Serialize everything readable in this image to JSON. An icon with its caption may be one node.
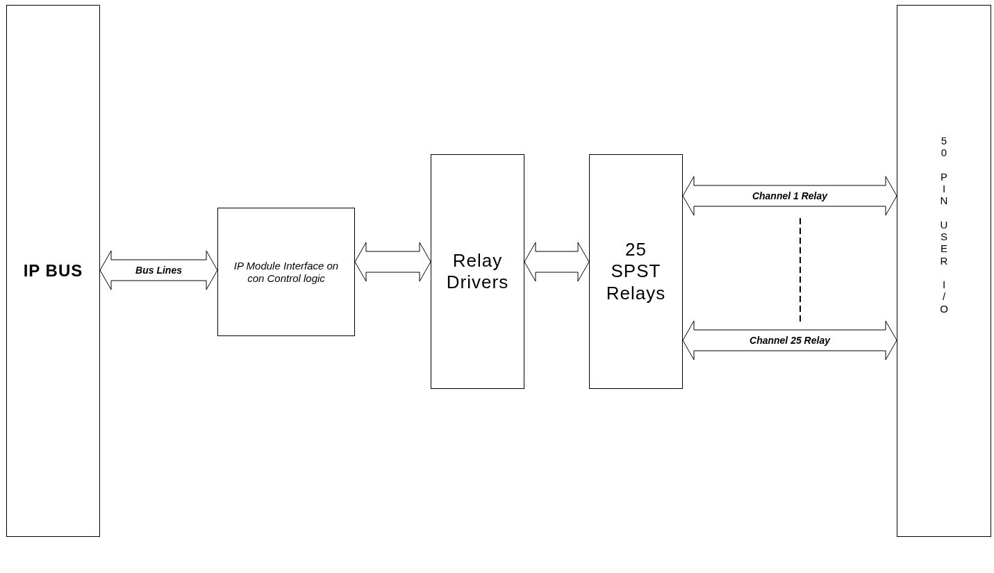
{
  "diagram": {
    "nodes": [
      {
        "text": [
          "IP BUS"
        ]
      },
      {
        "text": [
          "IP Module Interface on con Control logic"
        ]
      },
      {
        "text": [
          "Relay Drivers"
        ]
      },
      {
        "text": [
          "25 SPST Relays"
        ]
      },
      {
        "text": [
          "50 PIN USER I/O"
        ]
      }
    ],
    "edges": [
      {
        "from": 0,
        "to": 1,
        "arrow": "both",
        "label": "Bus Lines"
      },
      {
        "from": 1,
        "to": 2,
        "arrow": "both"
      },
      {
        "from": 2,
        "to": 3,
        "arrow": "both"
      },
      {
        "from": 3,
        "to": 4,
        "arrow": "both",
        "label": "Channel 1 Relay"
      },
      {
        "from": 3,
        "to": 4,
        "arrow": "both",
        "label": "Channel 25 Relay"
      }
    ]
  }
}
